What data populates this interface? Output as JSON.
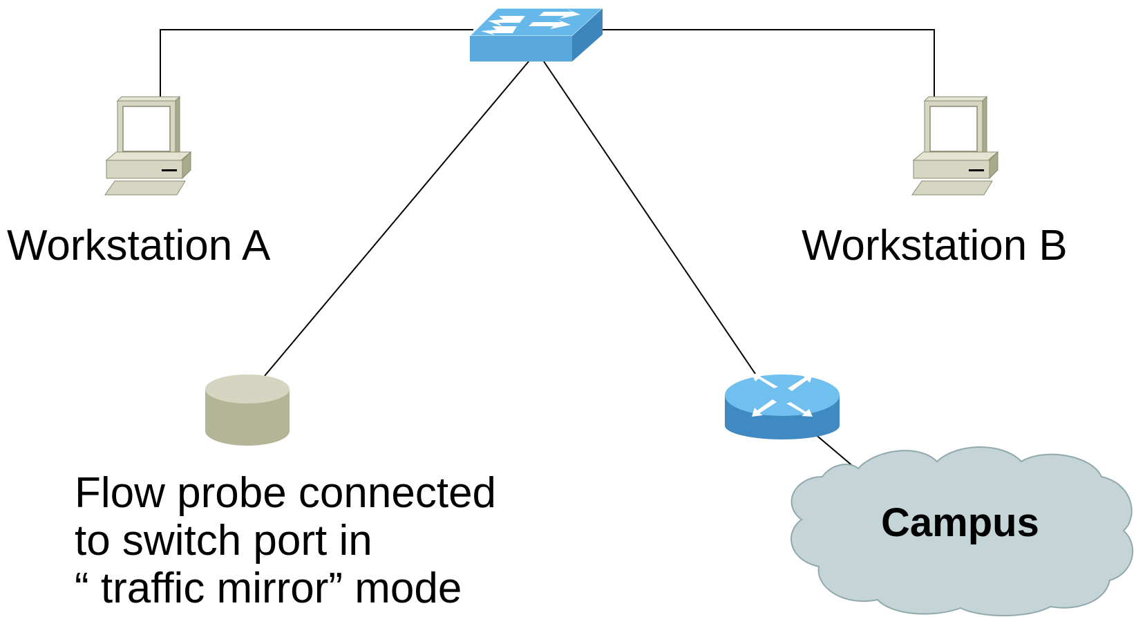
{
  "workstation_a": {
    "label": "Workstation A"
  },
  "workstation_b": {
    "label": "Workstation B"
  },
  "probe": {
    "label_lines": [
      "Flow probe connected",
      "to switch port in",
      "“ traffic mirror” mode"
    ]
  },
  "cloud": {
    "label": "Campus"
  },
  "colors": {
    "switch_top": "#66b8ea",
    "switch_front": "#5aa6dc",
    "switch_side": "#3d86bd",
    "router_top": "#6fc0ee",
    "router_side": "#3f8ac2",
    "computer_body": "#d6d6c2",
    "computer_shadow": "#b3b39a",
    "probe_top": "#d2d2c0",
    "probe_side": "#b3b396",
    "cloud_fill": "#c5d4d6",
    "cloud_stroke": "#8fa9ad",
    "link": "#000000"
  }
}
